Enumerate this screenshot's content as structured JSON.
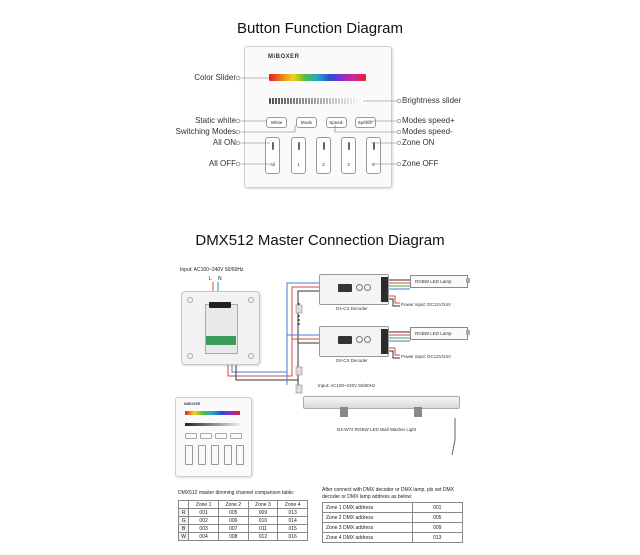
{
  "top_title": "Button Function Diagram",
  "mid_title": "DMX512 Master Connection Diagram",
  "brand": "MiBOXER",
  "labels_left": [
    "Color Slider",
    "Static white",
    "Switching Modes",
    "All ON",
    "All OFF"
  ],
  "labels_right": [
    "Brightness slider",
    "Modes speed+",
    "Modes speed-",
    "Zone ON",
    "Zone OFF"
  ],
  "panel_buttons": [
    "White",
    "Mode",
    "Speed-",
    "Speed+"
  ],
  "panel_keys": [
    "All",
    "1",
    "2",
    "3",
    "4"
  ],
  "input_label": "Input: AC100~240V 50/60Hz",
  "terminal_L": "L",
  "terminal_N": "N",
  "decoder_name": "D4-CX Decoder",
  "lamp_label": "RGBW LED Lamp",
  "power_input": "Power input: DC12V/24V",
  "washer_input": "Input: AC100~240V 50/60Hz",
  "washer_label": "D4-W72 RGBW LED Wall Washer Light",
  "table_caption": "DMX512 master dimming channel comparison table:",
  "table": {
    "header": [
      "",
      "Zone 1",
      "Zone 2",
      "Zone 3",
      "Zone 4"
    ],
    "rows": [
      [
        "R",
        "001",
        "005",
        "009",
        "013"
      ],
      [
        "G",
        "002",
        "006",
        "010",
        "014"
      ],
      [
        "B",
        "003",
        "007",
        "011",
        "015"
      ],
      [
        "W",
        "004",
        "008",
        "012",
        "016"
      ]
    ]
  },
  "addr_note_1": "After connect with DMX decoder or DMX lamp, pls set DMX",
  "addr_note_2": "decoder or DMX lamp address as below:",
  "addr_table": [
    [
      "Zone 1 DMX address",
      "001"
    ],
    [
      "Zone 2 DMX address",
      "005"
    ],
    [
      "Zone 3 DMX address",
      "009"
    ],
    [
      "Zone 4 DMX address",
      "013"
    ]
  ],
  "colors": {
    "wire_red": "#d9473f",
    "wire_blue": "#3f7fd0",
    "wire_black": "#333333",
    "wire_grey": "#9a9a9a",
    "terminal_green": "#3b9a57"
  }
}
